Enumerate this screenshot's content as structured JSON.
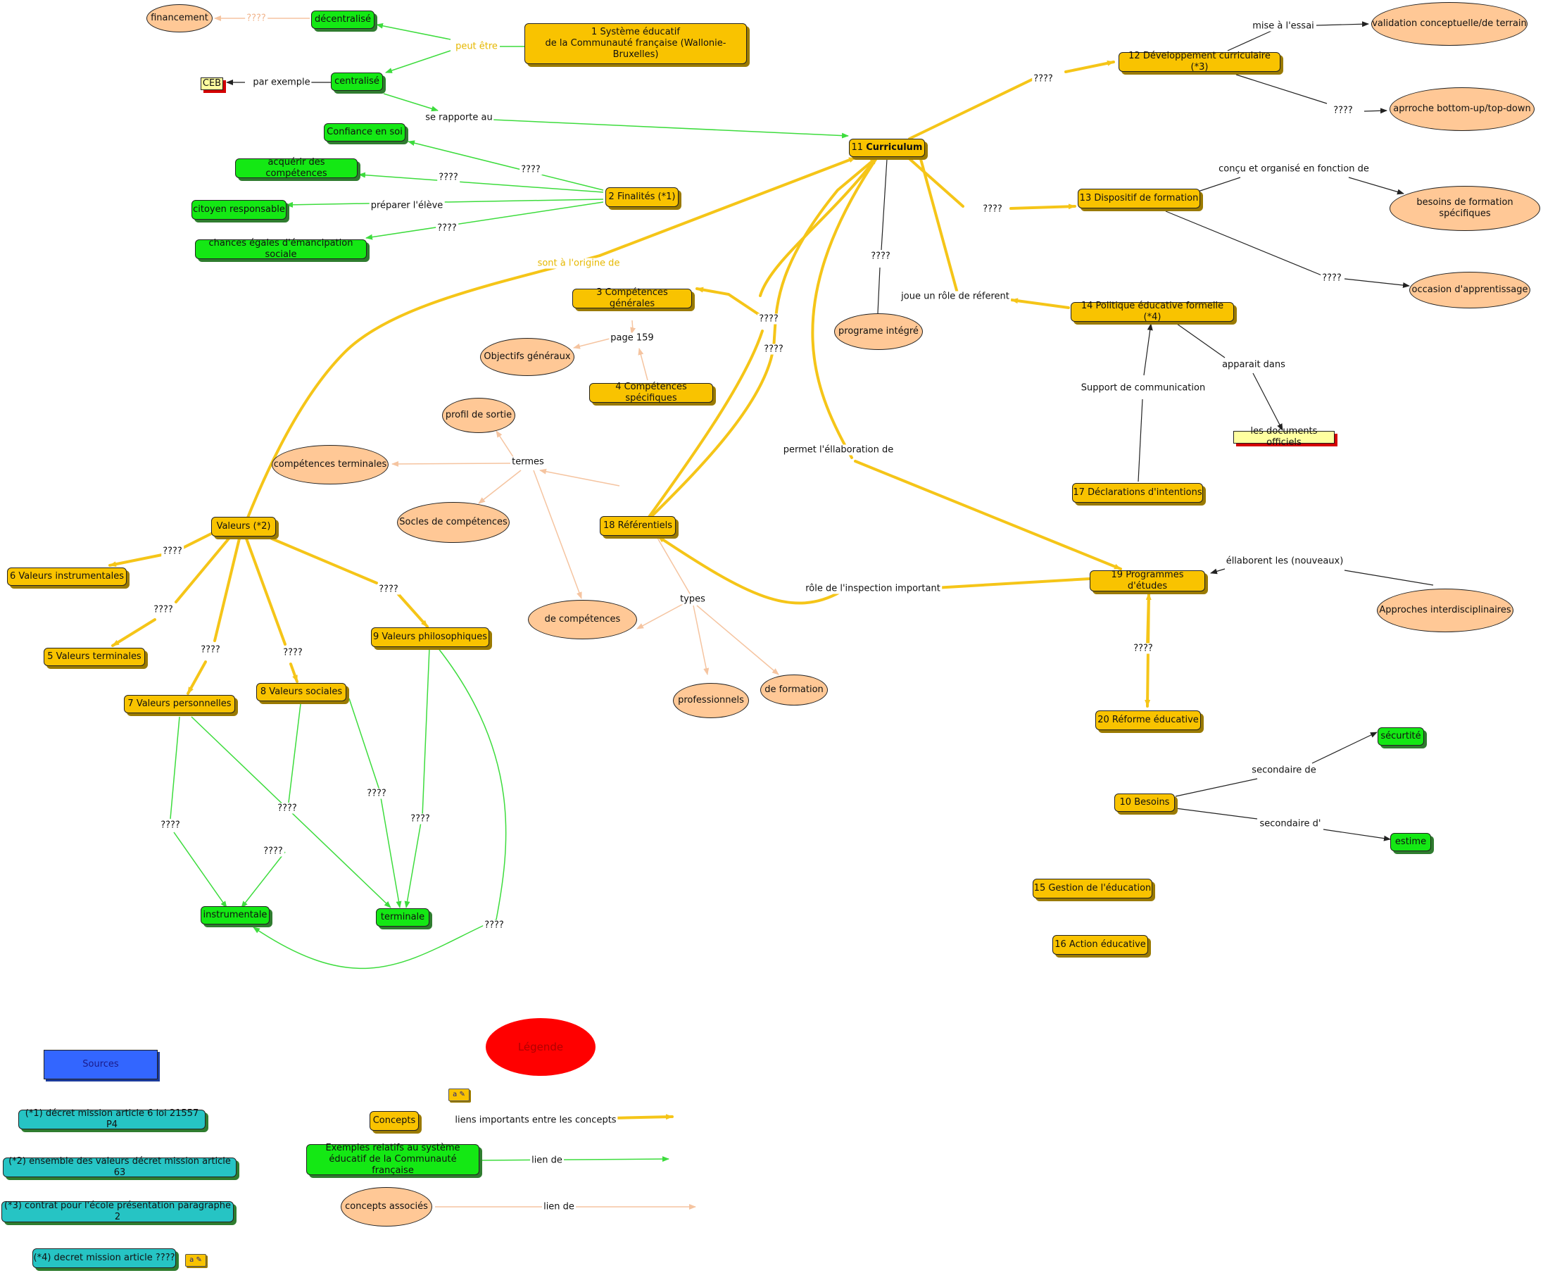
{
  "colors": {
    "gold": "#f9c300",
    "green": "#14e814",
    "peach": "#ffc896",
    "teal": "#26c4c4",
    "edge_gold": "#f5c518",
    "edge_green": "#3ddc3d",
    "edge_peach": "#f5c4a0",
    "edge_black": "#222222"
  },
  "nodes": {
    "financement": "financement",
    "decentralise": "décentralisé",
    "centralise": "centralisé",
    "ceb": "CEB",
    "systeme": "1 Système éducatif\nde la Communauté française (Wallonie-Bruxelles)",
    "confiance": "Confiance en soi",
    "acquerir": "acquérir des compétences",
    "citoyen": "citoyen responsable",
    "chances": "chances égales d'émancipation sociale",
    "finalites": "2 Finalités (*1)",
    "curriculum_num": "11",
    "curriculum_title": "Curriculum",
    "dev_curriculaire": "12 Développement curriculaire (*3)",
    "validation": "validation conceptuelle/de terrain",
    "approche_bu": "aprroche bottom-up/top-down",
    "dispositif": "13 Dispositif de formation",
    "besoins_form": "besoins de formation spécifiques",
    "occasion": "occasion d'apprentissage",
    "politique": "14 Politique éducative formelle (*4)",
    "documents": "les documents officiels",
    "declarations": "17 Déclarations d'intentions",
    "programe": "programe intégré",
    "comp_generales": "3 Compétences générales",
    "objectifs": "Objectifs généraux",
    "comp_specifiques": "4 Compétences spécifiques",
    "profil": "profil de sortie",
    "comp_terminales": "compétences terminales",
    "socles": "Socles de compétences",
    "referentiels": "18 Référentiels",
    "de_competences": "de compétences",
    "professionnels": "professionnels",
    "de_formation": "de formation",
    "valeurs": "Valeurs (*2)",
    "v6": "6 Valeurs instrumentales",
    "v5": "5 Valeurs terminales",
    "v7": "7 Valeurs personnelles",
    "v8": "8 Valeurs sociales",
    "v9": "9 Valeurs philosophiques",
    "instrumentale": "instrumentale",
    "terminale": "terminale",
    "programmes": "19 Programmes d'études",
    "approches_inter": "Approches interdisciplinaires",
    "reforme": "20 Réforme éducative",
    "besoins10": "10 Besoins",
    "securite": "sécurtité",
    "estime": "estime",
    "gestion": "15 Gestion de l'éducation",
    "action": "16 Action éducative",
    "sources": "Sources",
    "legende": "Légende",
    "src1": "(*1) décret mission article 6 loi 21557 P4",
    "src2": "(*2) ensemble des valeurs décret mission article 63",
    "src3": "(*3) contrat pour l'école présentation paragraphe 2",
    "src4": "(*4) decret mission article ????",
    "leg_concepts": "Concepts",
    "leg_exemples": "Exemples relatifs au système\néducatif de la Communauté française",
    "leg_associes": "concepts associés",
    "icon_a": "a"
  },
  "labels": {
    "q": "????",
    "peut_etre": "peut être",
    "par_exemple": "par exemple",
    "se_rapporte": "se rapporte au",
    "preparer": "préparer l'élève",
    "sont_origine": "sont à l'origine de",
    "mise_essai": "mise à l'essai",
    "concu": "conçu et organisé en fonction de",
    "joue_role": "joue un rôle de réferent",
    "apparait": "apparait dans",
    "support": "Support de communication",
    "page159": "page 159",
    "termes": "termes",
    "types": "types",
    "permet": "permet l'éllaboration de",
    "role_inspection": "rôle de l'inspection important",
    "ellaborent": "éllaborent les (nouveaux)",
    "secondaire_de": "secondaire de",
    "secondaire_d": "secondaire d'",
    "liens_importants": "liens importants entre les concepts",
    "lien_de": "lien de"
  }
}
